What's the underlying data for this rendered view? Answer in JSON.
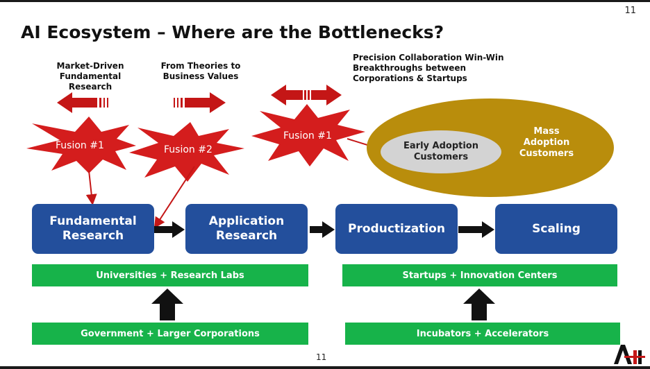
{
  "page": {
    "number_top": "11",
    "number_bottom": "11",
    "title": "AI Ecosystem – Where are the Bottlenecks?"
  },
  "captions": {
    "market_driven": "Market-Driven\nFundamental Research",
    "theories_to_values": "From Theories to\nBusiness Values",
    "collaboration": "Precision Collaboration Win-Win\nBreakthroughs between\nCorporations & Startups"
  },
  "bursts": {
    "fusion1_left": "Fusion #1",
    "fusion2": "Fusion #2",
    "fusion1_right": "Fusion #1"
  },
  "ellipse": {
    "inner": "Early Adoption\nCustomers",
    "outer": "Mass\nAdoption\nCustomers"
  },
  "stages": [
    {
      "label": "Fundamental\nResearch"
    },
    {
      "label": "Application\nResearch"
    },
    {
      "label": "Productization"
    },
    {
      "label": "Scaling"
    }
  ],
  "bands": {
    "universities": "Universities + Research Labs",
    "government": "Government + Larger Corporations",
    "startups": "Startups + Innovation Centers",
    "incubators": "Incubators + Accelerators"
  },
  "logo_text": "AII",
  "colors": {
    "stage_blue": "#234f9c",
    "band_green": "#17b34a",
    "burst_red": "#d41d1d",
    "ellipse_gold": "#b98d0c",
    "ellipse_grey": "#d3d3d3"
  }
}
